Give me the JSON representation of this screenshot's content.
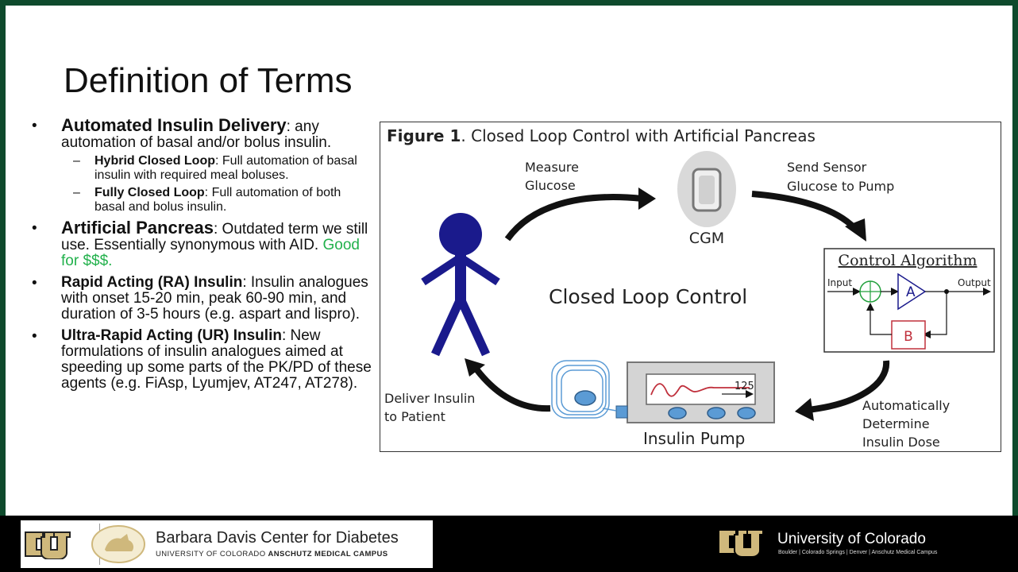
{
  "slide": {
    "title": "Definition of Terms",
    "bullets": [
      {
        "term": "Automated Insulin Delivery",
        "text": ": any automation of basal and/or bolus insulin.",
        "sub": [
          {
            "term": "Hybrid Closed Loop",
            "text": ": Full automation of basal insulin with required meal boluses."
          },
          {
            "term": "Fully Closed Loop",
            "text": ": Full automation of both basal and bolus insulin."
          }
        ]
      },
      {
        "term": "Artificial Pancreas",
        "text": ": Outdated term we still use. Essentially synonymous with AID. ",
        "highlight": "Good for $$$."
      },
      {
        "term": "Rapid Acting (RA) Insulin",
        "text": ": Insulin analogues with onset 15-20 min, peak 60-90 min, and duration of 3-5 hours (e.g. aspart and lispro)."
      },
      {
        "term": "Ultra-Rapid Acting (UR) Insulin",
        "text": ": New formulations of insulin analogues aimed at speeding up some parts of the PK/PD of these agents (e.g. FiAsp, Lyumjev, AT247, AT278)."
      }
    ]
  },
  "figure": {
    "caption_bold": "Figure 1",
    "caption_rest": ". Closed Loop Control with Artificial Pancreas",
    "measure_1": "Measure",
    "measure_2": "Glucose",
    "send_1": "Send Sensor",
    "send_2": "Glucose to Pump",
    "cgm": "CGM",
    "control_algorithm": "Control Algorithm",
    "input": "Input",
    "output": "Output",
    "block_a": "A",
    "block_b": "B",
    "center_label": "Closed Loop Control",
    "deliver_1": "Deliver Insulin",
    "deliver_2": "to Patient",
    "pump_label": "Insulin Pump",
    "pump_value": "125",
    "auto_1": "Automatically",
    "auto_2": "Determine",
    "auto_3": "Insulin Dose"
  },
  "footer": {
    "bdc_title": "Barbara Davis Center for Diabetes",
    "bdc_sub_plain": "UNIVERSITY OF COLORADO ",
    "bdc_sub_bold": "ANSCHUTZ MEDICAL CAMPUS",
    "cu_name": "University of Colorado",
    "cu_sub": "Boulder | Colorado Springs | Denver | Anschutz Medical Campus"
  },
  "colors": {
    "accent_green": "#22b14c",
    "figure_navy": "#1a1a8c",
    "block_red": "#c0303c",
    "footer_bg": "#000000",
    "frame_green": "#0e4a2c"
  }
}
